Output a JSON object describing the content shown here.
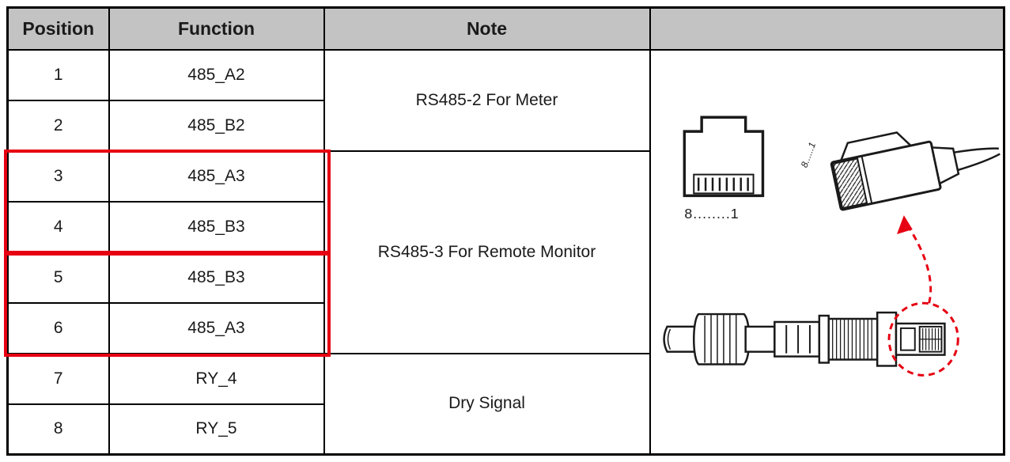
{
  "table": {
    "headers": {
      "position": "Position",
      "function": "Function",
      "note": "Note",
      "diagram": ""
    },
    "rows": [
      {
        "position": "1",
        "function": "485_A2"
      },
      {
        "position": "2",
        "function": "485_B2"
      },
      {
        "position": "3",
        "function": "485_A3"
      },
      {
        "position": "4",
        "function": "485_B3"
      },
      {
        "position": "5",
        "function": "485_B3"
      },
      {
        "position": "6",
        "function": "485_A3"
      },
      {
        "position": "7",
        "function": "RY_4"
      },
      {
        "position": "8",
        "function": "RY_5"
      }
    ],
    "note_groups": {
      "rs485_2": "RS485-2 For Meter",
      "rs485_3": "RS485-3 For Remote Monitor",
      "dry_signal": "Dry Signal"
    }
  },
  "diagram": {
    "jack_pin_order": "8........1",
    "plug_pin_order": "8......1"
  },
  "colors": {
    "header_bg": "#c3c3c3",
    "highlight": "#e60012",
    "border": "#000000"
  }
}
